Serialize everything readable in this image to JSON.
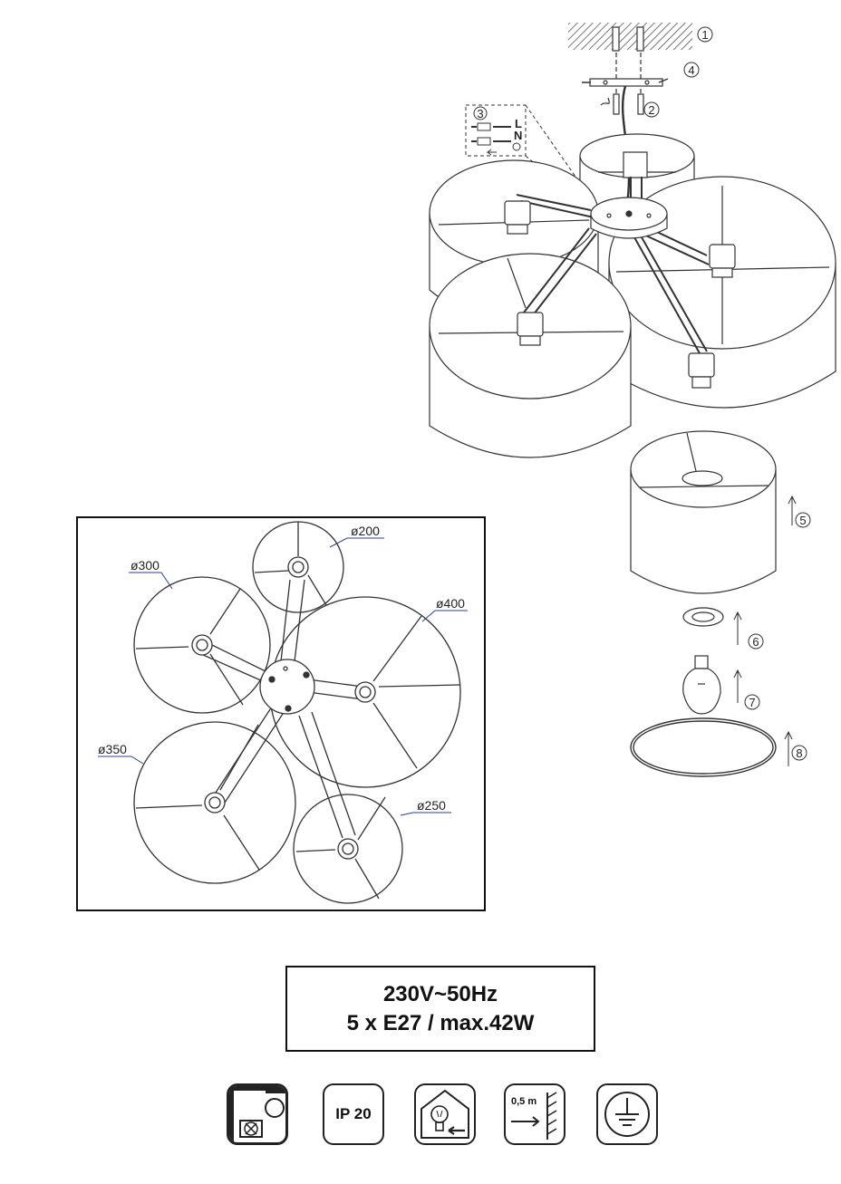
{
  "steps": [
    "1",
    "2",
    "3",
    "4",
    "5",
    "6",
    "7",
    "8"
  ],
  "wiring": {
    "live": "L",
    "neutral": "N"
  },
  "shade_sizes": {
    "s200": "ø200",
    "s300": "ø300",
    "s400": "ø400",
    "s350": "ø350",
    "s250": "ø250"
  },
  "specs": {
    "voltage": "230V~50Hz",
    "bulbs": "5 x E27 / max.42W"
  },
  "symbols": {
    "ip_rating": "IP 20",
    "min_distance": "0,5 m"
  },
  "icons": [
    "no-insulation-cover-icon",
    "ip20-icon",
    "indoor-use-icon",
    "min-distance-icon",
    "earth-ground-icon"
  ]
}
